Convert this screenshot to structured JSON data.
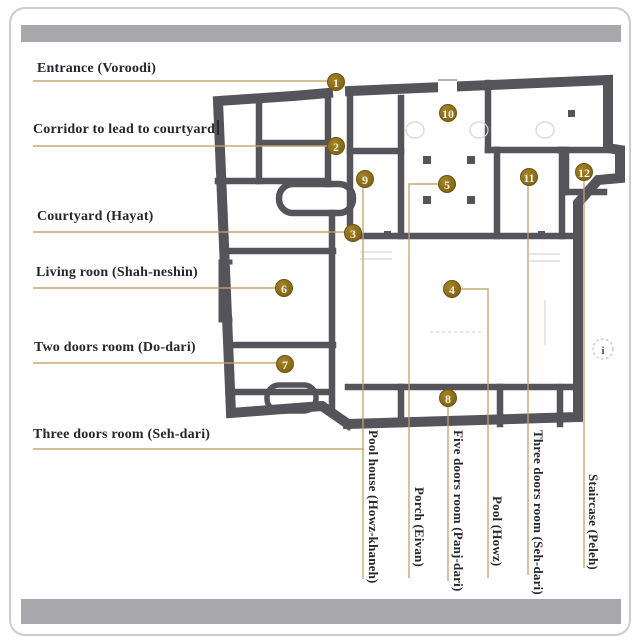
{
  "page": {
    "background": "#ffffff",
    "frame_border_color": "#cccccf",
    "bar_color": "#a8a8ac"
  },
  "plan": {
    "type": "architectural-floor-plan",
    "wall_color": "#54545a",
    "marker_color": "#8c6e1a",
    "leader_line_color": "#c4a168",
    "label_text_color": "#26262c"
  },
  "left_labels": [
    {
      "text": "Entrance (Voroodi)"
    },
    {
      "text": "Corridor to lead to courtyard"
    },
    {
      "text": "Courtyard (Hayat)"
    },
    {
      "text": "Living roon (Shah-neshin)"
    },
    {
      "text": "Two doors room (Do-dari)"
    },
    {
      "text": "Three doors room (Seh-dari)"
    }
  ],
  "bottom_labels": [
    {
      "text": "Pool house (Howz-khaneh)"
    },
    {
      "text": "Porch (Eivan)"
    },
    {
      "text": "Five doors room (Panj-dari)"
    },
    {
      "text": "Pool (Howz)"
    },
    {
      "text": "Three doors room (Seh-dari)"
    },
    {
      "text": "Staircase (Peleh)"
    }
  ],
  "markers": [
    {
      "n": "1"
    },
    {
      "n": "2"
    },
    {
      "n": "3"
    },
    {
      "n": "4"
    },
    {
      "n": "5"
    },
    {
      "n": "6"
    },
    {
      "n": "7"
    },
    {
      "n": "8"
    },
    {
      "n": "9"
    },
    {
      "n": "10"
    },
    {
      "n": "11"
    },
    {
      "n": "12"
    }
  ],
  "annotation": {
    "info_mark": "i"
  }
}
